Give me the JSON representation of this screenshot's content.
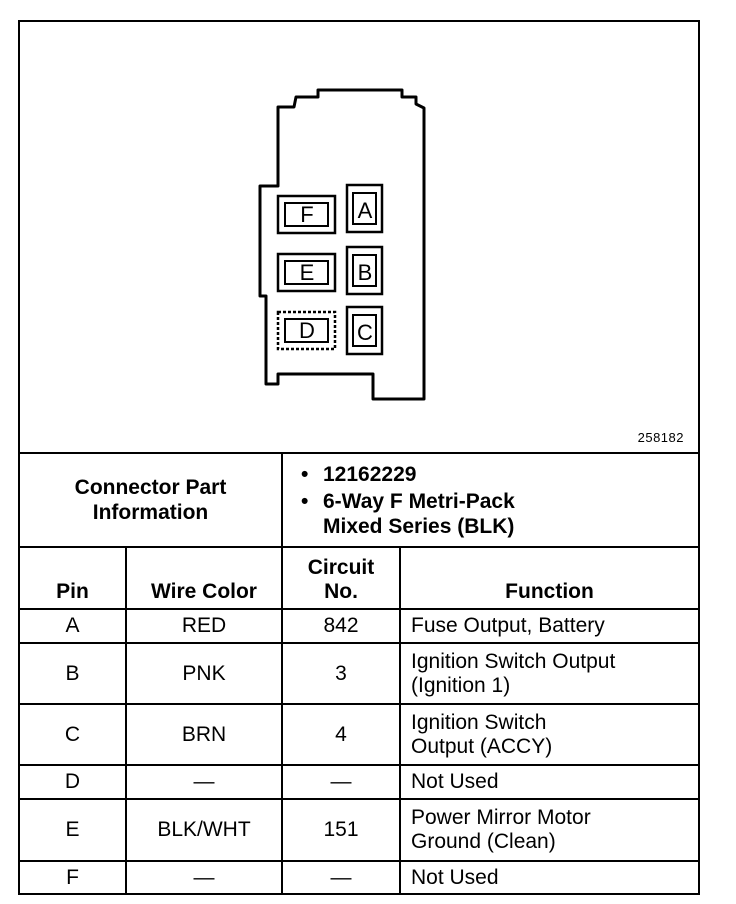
{
  "figure": {
    "id_label": "258182",
    "cavity_labels": [
      "F",
      "A",
      "E",
      "B",
      "D",
      "C"
    ]
  },
  "connector_info": {
    "label_line1": "Connector Part",
    "label_line2": "Information",
    "part_number": "12162229",
    "description_line1": "6-Way F Metri-Pack",
    "description_line2": "Mixed Series (BLK)"
  },
  "table": {
    "headers": {
      "pin": "Pin",
      "wire_color": "Wire Color",
      "circuit_line1": "Circuit",
      "circuit_line2": "No.",
      "function": "Function"
    },
    "rows": [
      {
        "pin": "A",
        "wire_color": "RED",
        "circuit": "842",
        "function_line1": "Fuse Output, Battery",
        "function_line2": ""
      },
      {
        "pin": "B",
        "wire_color": "PNK",
        "circuit": "3",
        "function_line1": "Ignition Switch Output",
        "function_line2": "(Ignition 1)"
      },
      {
        "pin": "C",
        "wire_color": "BRN",
        "circuit": "4",
        "function_line1": "Ignition Switch",
        "function_line2": "Output (ACCY)"
      },
      {
        "pin": "D",
        "wire_color": "—",
        "circuit": "—",
        "function_line1": "Not Used",
        "function_line2": ""
      },
      {
        "pin": "E",
        "wire_color": "BLK/WHT",
        "circuit": "151",
        "function_line1": "Power Mirror Motor",
        "function_line2": "Ground (Clean)"
      },
      {
        "pin": "F",
        "wire_color": "—",
        "circuit": "—",
        "function_line1": "Not Used",
        "function_line2": ""
      }
    ]
  }
}
